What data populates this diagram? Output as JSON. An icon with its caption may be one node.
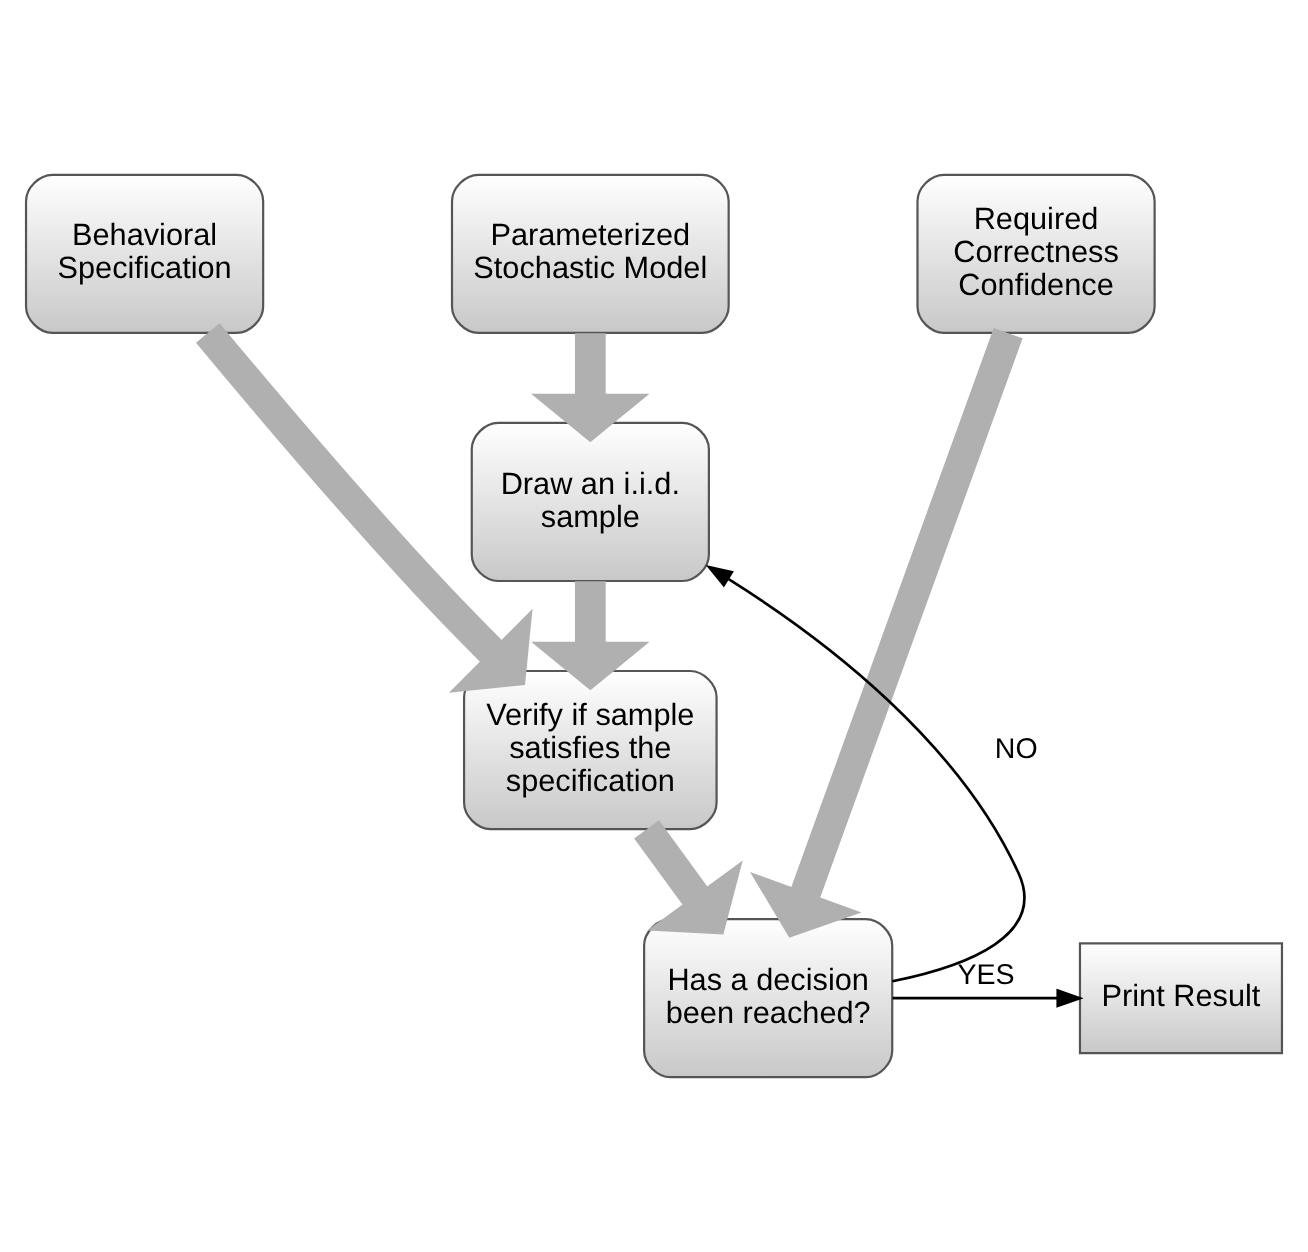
{
  "diagram": {
    "nodes": [
      {
        "text": [
          "Behavioral Specification"
        ]
      },
      {
        "text": [
          "Parameterized Stochastic Model"
        ]
      },
      {
        "text": [
          "Required Correctness Confidence"
        ]
      },
      {
        "text": [
          "Draw an i.i.d. sample"
        ]
      },
      {
        "text": [
          "Verify if sample satisfies the specification"
        ]
      },
      {
        "text": [
          "Has a decision been reached?"
        ]
      },
      {
        "text": [
          "Print Result"
        ]
      }
    ],
    "edges": [
      {
        "from": 1,
        "to": 3,
        "arrow": "to"
      },
      {
        "from": 3,
        "to": 4,
        "arrow": "to"
      },
      {
        "from": 0,
        "to": 4,
        "arrow": "to"
      },
      {
        "from": 4,
        "to": 5,
        "arrow": "to"
      },
      {
        "from": 2,
        "to": 5,
        "arrow": "to"
      },
      {
        "from": 5,
        "to": 3,
        "arrow": "to",
        "label": "NO",
        "color": "#000000"
      },
      {
        "from": 5,
        "to": 6,
        "arrow": "to",
        "label": "YES",
        "color": "#000000"
      }
    ]
  }
}
